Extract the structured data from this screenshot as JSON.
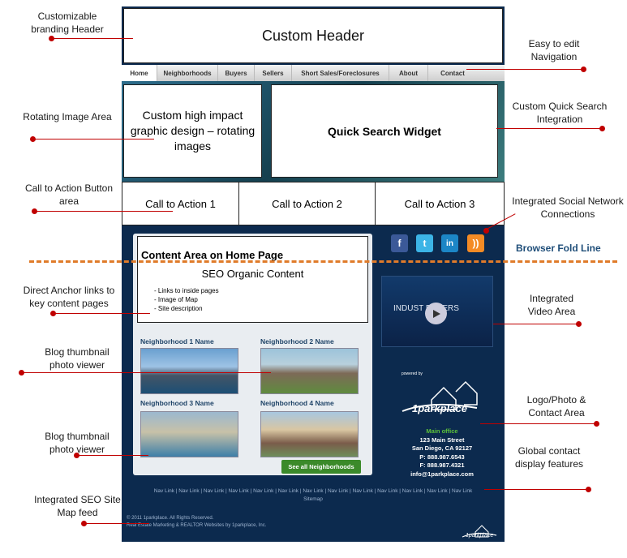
{
  "annotations": {
    "header": "Customizable branding Header",
    "navigation": "Easy to edit Navigation",
    "rotating": "Rotating Image Area",
    "quick_search": "Custom Quick Search Integration",
    "cta": "Call to Action Button area",
    "social": "Integrated Social Network Connections",
    "fold": "Browser Fold Line",
    "anchor_links": "Direct Anchor links to key content pages",
    "video": "Integrated Video Area",
    "blog1": "Blog thumbnail photo viewer",
    "logo": "Logo/Photo & Contact Area",
    "blog2": "Blog thumbnail photo viewer",
    "global_contact": "Global contact display features",
    "sitemap": "Integrated SEO Site Map feed"
  },
  "site": {
    "header": "Custom Header",
    "nav": [
      "Home",
      "Neighborhoods",
      "Buyers",
      "Sellers",
      "Short Sales/Foreclosures",
      "About",
      "Contact"
    ],
    "rotating": "Custom high impact graphic design – rotating images",
    "quick_search": "Quick Search Widget",
    "cta": [
      "Call to Action 1",
      "Call to Action 2",
      "Call to Action 3"
    ],
    "content_title": "Content Area on Home Page",
    "seo_subtitle": "SEO Organic Content",
    "seo_list": [
      "- Links to inside pages",
      "- Image of Map",
      "- Site description"
    ],
    "hoods": [
      "Neighborhood 1 Name",
      "Neighborhood 2 Name",
      "Neighborhood 3 Name",
      "Neighborhood 4 Name"
    ],
    "see_all": "See all Neighborhoods",
    "video_text": "INDUST   EADERS",
    "logo_powered": "powered by",
    "logo_name": "1parkplace",
    "contact": {
      "office": "Main office",
      "street": "123 Main Street",
      "city": "San Diego, CA 92127",
      "phone": "P:  888.987.6543",
      "fax": "F:  888.987.4321",
      "email": "info@1parkplace.com"
    },
    "footer_nav": [
      "Nav Link",
      "Nav Link",
      "Nav Link",
      "Nav Link",
      "Nav Link",
      "Nav Link",
      "Nav Link",
      "Nav Link",
      "Nav Link",
      "Nav Link",
      "Nav Link",
      "Nav Link",
      "Nav Link"
    ],
    "sitemap": "Sitemap",
    "copyright": "© 2011 1parkplace. All Rights Reserved.",
    "credit": "Real Estate Marketing & REALTOR Websites by 1parkplace, Inc.",
    "footer_logo": "1parkplace"
  },
  "colors": {
    "accent_red": "#c00000",
    "fold_orange": "#e07b2a",
    "site_bg": "#0c2a4e",
    "button_green": "#3b8a2a"
  },
  "social_icons": [
    "facebook-icon",
    "twitter-icon",
    "linkedin-icon",
    "rss-icon"
  ]
}
